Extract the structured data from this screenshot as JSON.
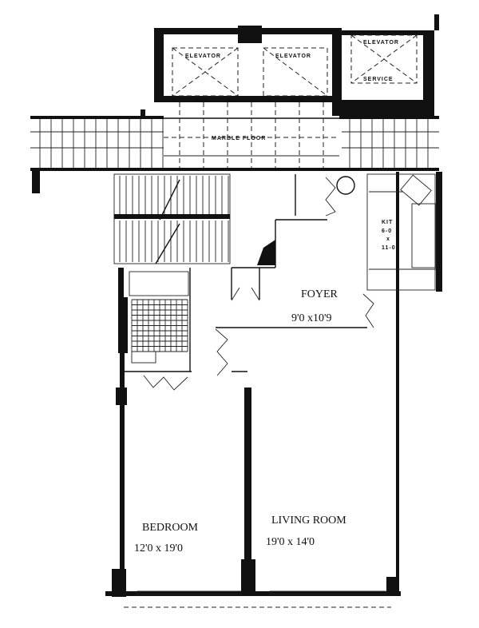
{
  "plan": {
    "elevators": [
      {
        "label": "ELEVATOR"
      },
      {
        "label": "ELEVATOR"
      },
      {
        "label": "ELEVATOR",
        "sublabel": "SERVICE"
      }
    ],
    "corridor_label": "MARBLE FLOOR",
    "kitchen": {
      "name": "KIT",
      "dim1": "6-0",
      "by": "x",
      "dim2": "11-0"
    },
    "rooms": [
      {
        "name": "FOYER",
        "dimensions": "9'0 x10'9"
      },
      {
        "name": "BEDROOM",
        "dimensions": "12'0 x 19'0"
      },
      {
        "name": "LIVING ROOM",
        "dimensions": "19'0 x 14'0"
      }
    ]
  }
}
